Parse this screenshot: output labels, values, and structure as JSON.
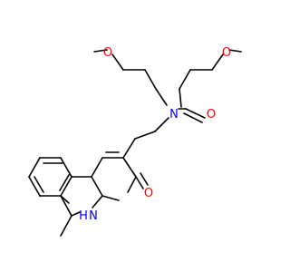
{
  "molecule": {
    "atoms": {
      "o_top_left": "O",
      "o_top_right": "O",
      "n_amide": "N",
      "o_carbonyl": "O",
      "o_lactam": "O",
      "n_ring": "N",
      "h_ring": "H"
    }
  },
  "colors": {
    "bond": "#000000",
    "oxygen": "#ff0000",
    "nitrogen": "#0000ff"
  }
}
